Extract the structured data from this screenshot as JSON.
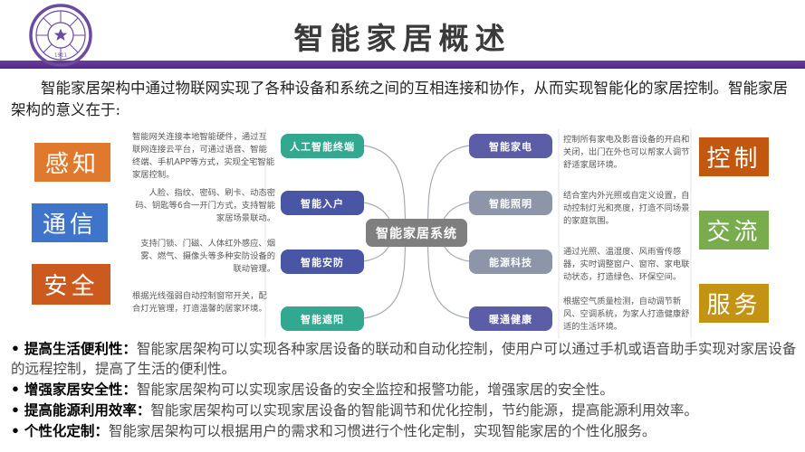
{
  "header": {
    "title": "智能家居概述",
    "logo": {
      "name": "university-seal",
      "year": "1911",
      "color": "#6b4aa0"
    }
  },
  "intro": "智能家居架构中通过物联网实现了各种设备和系统之间的互相连接和协作，从而实现智能化的家居控制。智能家居架构的意义在于:",
  "diagram": {
    "center": {
      "text": "智能家居系统",
      "color": "#7f7f7f"
    },
    "left_labels": [
      {
        "text": "感知",
        "color": "#e0782e"
      },
      {
        "text": "通信",
        "color": "#3e74c9"
      },
      {
        "text": "安全",
        "color": "#cc5a1e"
      }
    ],
    "left_descs": [
      "智能网关连接本地智能硬件，通过互联网连接云平台，可通过语音、智能终端、手机APP等方式，实现全宅智能家居控制。",
      "人脸、指纹、密码、刷卡、动态密码、钥匙等6合一开门方式，支持智能家居场景联动。",
      "支持门锁、门磁、人体红外感应、烟雾、燃气、摄像头等多种安防设备的联动管理。",
      "根据光线强弱自动控制窗帘开关，配合灯光管理，打造温馨的居家环境。"
    ],
    "left_nodes": [
      {
        "text": "人工智能终端",
        "color": "#31a88f"
      },
      {
        "text": "智能入户",
        "color": "#4956a5"
      },
      {
        "text": "智能安防",
        "color": "#4956a5"
      },
      {
        "text": "智能遮阳",
        "color": "#31a88f"
      }
    ],
    "right_nodes": [
      {
        "text": "智能家电",
        "color": "#5b5ea6"
      },
      {
        "text": "智能照明",
        "color": "#8c96a8"
      },
      {
        "text": "能源科技",
        "color": "#8c96a8"
      },
      {
        "text": "暖通健康",
        "color": "#5b5ea6"
      }
    ],
    "right_descs": [
      "控制所有家电及影音设备的开启和关闭，出门在外也可以帮家人调节舒适家居环境。",
      "结合室内外光照或自定义设置，自动控制灯光和亮度，打造不同场景的家庭氛围。",
      "通过光照、温湿度、风雨雪传感器，实时调整窗户、窗帘、家电联动状态，打造绿色、环保空间。",
      "根据空气质量检测，自动调节新风、空调系统，为家人打造健康舒适的生活环境。"
    ],
    "right_labels": [
      {
        "text": "控制",
        "color": "#c2570f"
      },
      {
        "text": "交流",
        "color": "#78ac4c"
      },
      {
        "text": "服务",
        "color": "#c39413"
      }
    ],
    "connector_color": "#a6acb5"
  },
  "bullets": [
    {
      "marker": "•",
      "head": "提高生活便利性：",
      "body": "智能家居架构可以实现各种家居设备的联动和自动化控制，使用户可以通过手机或语音助手实现对家居设备的远程控制，提高了生活的便利性。"
    },
    {
      "marker": "•",
      "head": "增强家居安全性：",
      "body": "智能家居架构可以实现家居设备的安全监控和报警功能，增强家居的安全性。"
    },
    {
      "marker": "•",
      "head": "提高能源利用效率：",
      "body": "智能家居架构可以实现家居设备的智能调节和优化控制，节约能源，提高能源利用效率。"
    },
    {
      "marker": "•",
      "head": "个性化定制：",
      "body": "智能家居架构可以根据用户的需求和习惯进行个性化定制，实现智能家居的个性化服务。"
    }
  ]
}
